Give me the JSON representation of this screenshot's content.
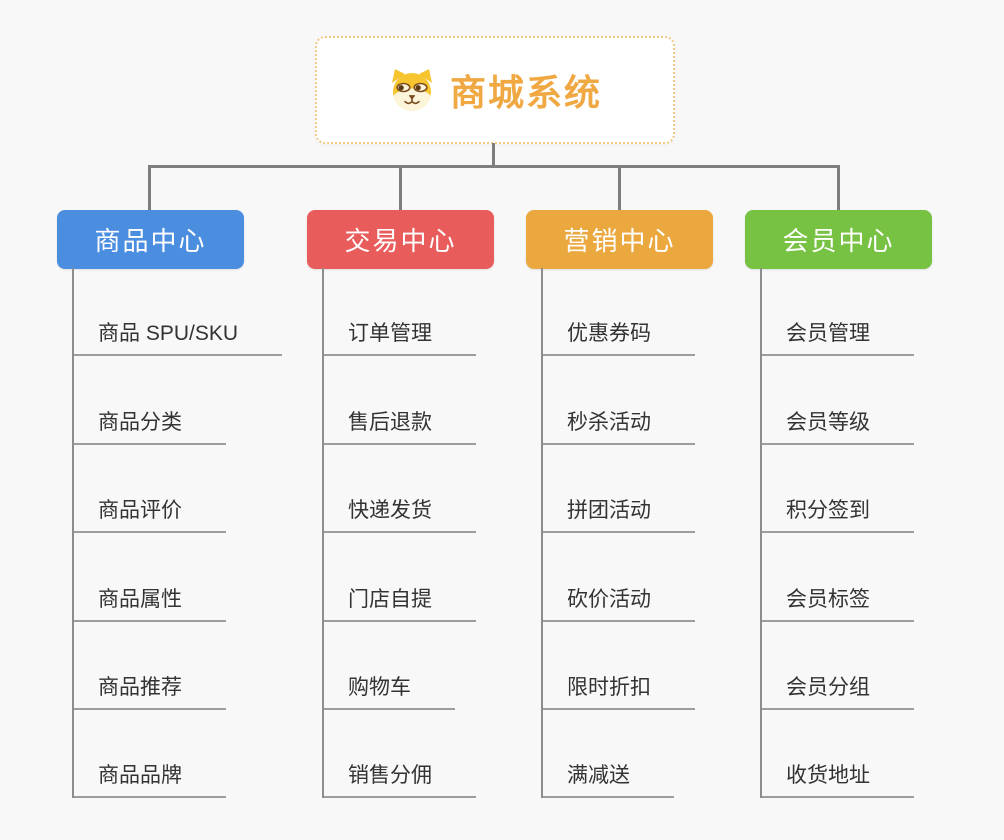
{
  "root": {
    "title": "商城系统",
    "icon": "shiba-dog-icon",
    "title_color": "#F0A843",
    "border_color": "#F2C986"
  },
  "connector_color": "#7E7E7E",
  "branches": [
    {
      "label": "商品中心",
      "color": "#4B8EE0",
      "children": [
        "商品 SPU/SKU",
        "商品分类",
        "商品评价",
        "商品属性",
        "商品推荐",
        "商品品牌"
      ]
    },
    {
      "label": "交易中心",
      "color": "#E85C5C",
      "children": [
        "订单管理",
        "售后退款",
        "快递发货",
        "门店自提",
        "购物车",
        "销售分佣"
      ]
    },
    {
      "label": "营销中心",
      "color": "#EBA83F",
      "children": [
        "优惠券码",
        "秒杀活动",
        "拼团活动",
        "砍价活动",
        "限时折扣",
        "满减送"
      ]
    },
    {
      "label": "会员中心",
      "color": "#77C143",
      "children": [
        "会员管理",
        "会员等级",
        "积分签到",
        "会员标签",
        "会员分组",
        "收货地址"
      ]
    }
  ]
}
